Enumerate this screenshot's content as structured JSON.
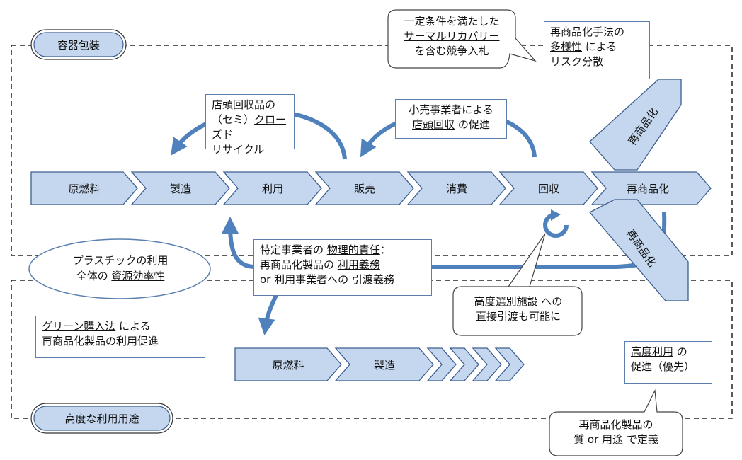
{
  "sections": {
    "top_label": "容器包装",
    "bottom_label": "高度な利用用途"
  },
  "main_flow": [
    "原燃料",
    "製造",
    "利用",
    "販売",
    "消費",
    "回収",
    "再商品化"
  ],
  "secondary_flow": [
    "原燃料",
    "製造"
  ],
  "diagonal_tags": {
    "upper": "再商品化",
    "lower": "再商品化"
  },
  "callouts": {
    "store_closed_loop": {
      "l1": "店頭回収品の",
      "l2a": "（セミ）",
      "l2b": "クローズド",
      "l3": "リサイクル"
    },
    "retailer_collection": {
      "l1": "小売事業者による",
      "l2a": "店頭回収",
      "l2b": " の促進"
    },
    "diversity": {
      "l1": "再商品化手法の",
      "l2a": "多様性",
      "l2b": " による",
      "l3": "リスク分散"
    },
    "specified_business": {
      "l1a": "特定事業者の ",
      "l1b": "物理的責任",
      "l1c": "：",
      "l2a": "再商品化製品の ",
      "l2b": "利用義務",
      "l3a": "or 利用事業者への ",
      "l3b": "引渡義務"
    },
    "green_purchase": {
      "l1a": "グリーン購入法",
      "l1b": " による",
      "l2": "再商品化製品の利用促進"
    },
    "advanced_use": {
      "l1a": "高度利用",
      "l1b": " の",
      "l2": "促進（優先）"
    }
  },
  "bubbles": {
    "bidding": {
      "l1": "一定条件を満たした",
      "l2": "サーマルリカバリー",
      "l3": "を含む競争入札"
    },
    "sorting": {
      "l1a": "高度選別施設",
      "l1b": " への",
      "l2": "直接引渡も可能に"
    },
    "definition": {
      "l1": "再商品化製品の",
      "l2a": "質",
      "l2b": " or ",
      "l2c": "用途",
      "l2d": " で定義"
    }
  },
  "ellipse": {
    "l1": "プラスチックの利用",
    "l2a": "全体の ",
    "l2b": "資源効率性"
  },
  "colors": {
    "fill": "#c5d7ee",
    "stroke": "#3d5f8f",
    "arrow": "#4f81bd",
    "dash": "#222222"
  }
}
